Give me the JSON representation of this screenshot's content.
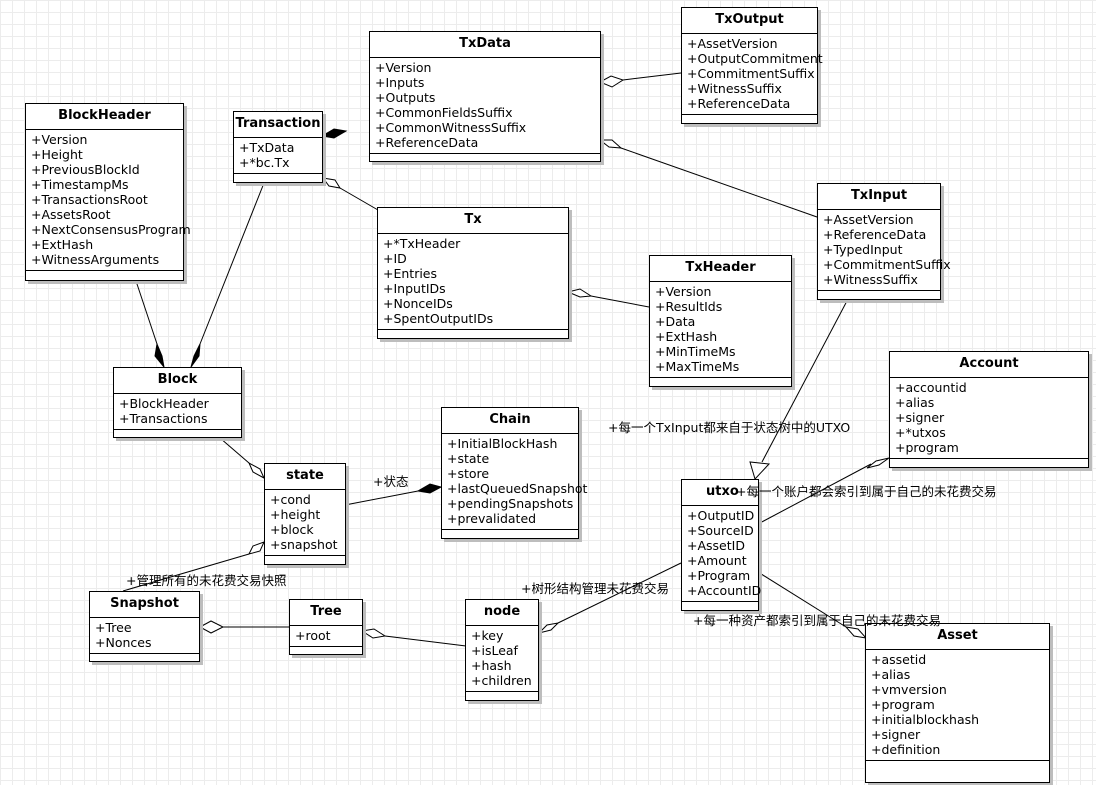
{
  "classes": {
    "txoutput": {
      "name": "TxOutput",
      "attrs": [
        "+AssetVersion",
        "+OutputCommitment",
        "+CommitmentSuffix",
        "+WitnessSuffix",
        "+ReferenceData"
      ]
    },
    "txdata": {
      "name": "TxData",
      "attrs": [
        "+Version",
        "+Inputs",
        "+Outputs",
        "+CommonFieldsSuffix",
        "+CommonWitnessSuffix",
        "+ReferenceData"
      ]
    },
    "blockheader": {
      "name": "BlockHeader",
      "attrs": [
        "+Version",
        "+Height",
        "+PreviousBlockId",
        "+TimestampMs",
        "+TransactionsRoot",
        "+AssetsRoot",
        "+NextConsensusProgram",
        "+ExtHash",
        "+WitnessArguments"
      ]
    },
    "transaction": {
      "name": "Transaction",
      "attrs": [
        "+TxData",
        "+*bc.Tx"
      ]
    },
    "txinput": {
      "name": "TxInput",
      "attrs": [
        "+AssetVersion",
        "+ReferenceData",
        "+TypedInput",
        "+CommitmentSuffix",
        "+WitnessSuffix"
      ]
    },
    "tx": {
      "name": "Tx",
      "attrs": [
        "+*TxHeader",
        "+ID",
        "+Entries",
        "+InputIDs",
        "+NonceIDs",
        "+SpentOutputIDs"
      ]
    },
    "txheader": {
      "name": "TxHeader",
      "attrs": [
        "+Version",
        "+ResultIds",
        "+Data",
        "+ExtHash",
        "+MinTimeMs",
        "+MaxTimeMs"
      ]
    },
    "account": {
      "name": "Account",
      "attrs": [
        "+accountid",
        "+alias",
        "+signer",
        "+*utxos",
        "+program"
      ]
    },
    "block": {
      "name": "Block",
      "attrs": [
        "+BlockHeader",
        "+Transactions"
      ]
    },
    "chain": {
      "name": "Chain",
      "attrs": [
        "+InitialBlockHash",
        "+state",
        "+store",
        "+lastQueuedSnapshot",
        "+pendingSnapshots",
        "+prevalidated"
      ]
    },
    "state": {
      "name": "state",
      "attrs": [
        "+cond",
        "+height",
        "+block",
        "+snapshot"
      ]
    },
    "utxo": {
      "name": "utxo",
      "attrs": [
        "+OutputID",
        "+SourceID",
        "+AssetID",
        "+Amount",
        "+Program",
        "+AccountID"
      ]
    },
    "snapshot": {
      "name": "Snapshot",
      "attrs": [
        "+Tree",
        "+Nonces"
      ]
    },
    "tree": {
      "name": "Tree",
      "attrs": [
        "+root"
      ]
    },
    "node": {
      "name": "node",
      "attrs": [
        "+key",
        "+isLeaf",
        "+hash",
        "+children"
      ]
    },
    "asset": {
      "name": "Asset",
      "attrs": [
        "+assetid",
        "+alias",
        "+vmversion",
        "+program",
        "+initialblockhash",
        "+signer",
        "+definition"
      ]
    }
  },
  "notes": {
    "txinput_from_utxo": "+每一个TxInput都来自于状态树中的UTXO",
    "state_label": "+状态",
    "account_utxo": "+每一个账户都会索引到属于自己的未花费交易",
    "snapshot_manage": "+管理所有的未花费交易快照",
    "tree_manage": "+树形结构管理未花费交易",
    "asset_utxo": "+每一种资产都索引到属于自己的未花费交易"
  }
}
